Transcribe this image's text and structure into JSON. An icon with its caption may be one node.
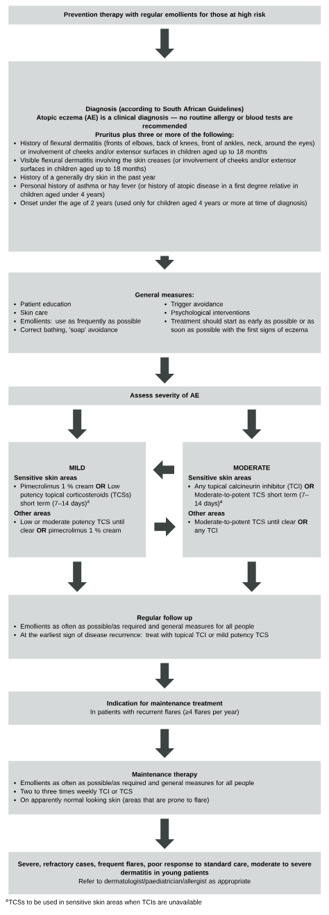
{
  "diagram": {
    "nodes": [
      {
        "text": [
          "Prevention therapy with regular emollients for those at high risk"
        ]
      },
      {
        "text": [
          "Diagnosis (according to South African Guidelines)",
          "Atopic eczema (AE) is a clinical diagnosis — no routine allergy or blood tests are recommended",
          "Pruritus plus three or more of the following:",
          "History of flexural dermatitis (fronts of elbows, back of knees, front of ankles, neck, around the eyes) or involvement of cheeks and/or extensor surfaces in children aged up to 18 months",
          "Visible flexural dermatitis involving the skin creases (or involvement of cheeks and/or extensor surfaces in children aged up to 18 months)",
          "History of a generally dry skin in the past year",
          "Personal history of asthma or hay fever (or history of atopic disease in a first degree relative in children aged under 4 years)",
          "Onset under the age of 2 years (used only for children aged 4 years or more at time of diagnosis)"
        ]
      },
      {
        "text": [
          "General measures:",
          "Patient education",
          "Skin care",
          "Emollients: use as frequently as possible",
          "Correct bathing, 'soap' avoidance",
          "Trigger avoidance",
          "Psychological interventions",
          "Treatment should start as early as possible or as soon as possible with the first signs of eczema"
        ]
      },
      {
        "text": [
          "Assess severity of AE"
        ]
      },
      {
        "text": [
          "MILD",
          "Sensitive skin areas",
          "Pimecrolimus 1 % cream **OR** Low potency topical corticosteroids (TCSs) short term (7–14 days)$^{a}$",
          "Other areas",
          "Low or moderate potency TCS until clear **OR** pimecrolimus 1 % cream"
        ]
      },
      {
        "text": [
          "MODERATE",
          "Sensitive skin areas",
          "Any topical calcineurin inhibitor (TCI) **OR** Moderate-to-potent TCS short term (7–14 days)$^{a}$",
          "Other areas",
          "Moderate-to-potent TCS until clear **OR** any TCI"
        ]
      },
      {
        "text": [
          "Regular follow up",
          "Emollients as often as possible/as required and general measures for all people",
          "At the earliest sign of disease recurrence: treat with topical TCI or mild potency TCS"
        ]
      },
      {
        "text": [
          "Indication for maintenance treatment",
          "In patients with recurrent flares (≥4 flares per year)"
        ]
      },
      {
        "text": [
          "Maintenance therapy",
          "Emollients as often as possible/as required and general measures for all people",
          "Two to three times weekly TCI or TCS",
          "On apparently normal looking skin (areas that are prone to flare)"
        ]
      },
      {
        "text": [
          "Severe, refractory cases, frequent flares, poor response to standard care, moderate to severe dermatitis in young patients",
          "Refer to dermatologist/paediatrician/allergist as appropriate"
        ]
      }
    ],
    "edges": [
      {
        "from": 0,
        "to": 1,
        "arrow": "to"
      },
      {
        "from": 1,
        "to": 2,
        "arrow": "to"
      },
      {
        "from": 2,
        "to": 3,
        "arrow": "to"
      },
      {
        "from": 3,
        "to": 4,
        "arrow": "to"
      },
      {
        "from": 3,
        "to": 5,
        "arrow": "to"
      },
      {
        "from": 5,
        "to": 4,
        "arrow": "to"
      },
      {
        "from": 4,
        "to": 5,
        "arrow": "to"
      },
      {
        "from": 4,
        "to": 6,
        "arrow": "to"
      },
      {
        "from": 5,
        "to": 6,
        "arrow": "to"
      },
      {
        "from": 6,
        "to": 7,
        "arrow": "to"
      },
      {
        "from": 7,
        "to": 8,
        "arrow": "to"
      },
      {
        "from": 8,
        "to": 9,
        "arrow": "to"
      }
    ],
    "labels": [
      "$^{a}$TCSs to be used in sensitive skin areas when TCIs are unavailable"
    ]
  }
}
